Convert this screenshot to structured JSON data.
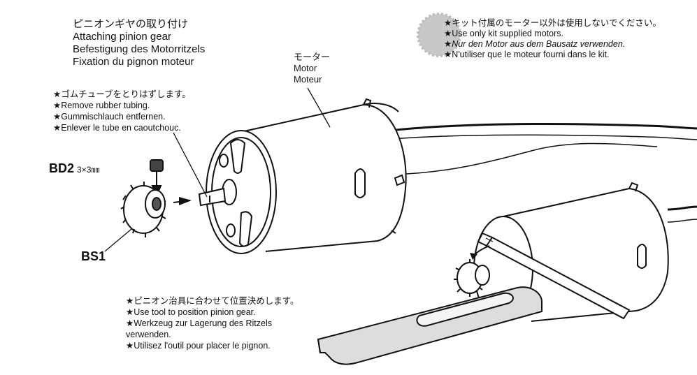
{
  "title": {
    "jp": "ピニオンギヤの取り付け",
    "en": "Attaching pinion gear",
    "de": "Befestigung des Motorritzels",
    "fr": "Fixation du pignon moteur"
  },
  "warning": {
    "jp": "★キット付属のモーター以外は使用しないでください。",
    "en": "★Use only kit supplied motors.",
    "de": "★Nur den Motor aus dem Bausatz verwenden.",
    "fr": "★N'utiliser que le moteur fourni dans le kit."
  },
  "motor_label": {
    "jp": "モーター",
    "en": "Motor",
    "fr": "Moteur"
  },
  "rubber_note": {
    "jp": "★ゴムチューブをとりはずします。",
    "en": "★Remove rubber tubing.",
    "de": "★Gummischlauch entfernen.",
    "fr": "★Enlever le tube en caoutchouc."
  },
  "tool_note": {
    "jp": "★ピニオン治具に合わせて位置決めします。",
    "en": "★Use tool to position pinion gear.",
    "de1": "★Werkzeug zur Lagerung des Ritzels",
    "de2": "verwenden.",
    "fr": "★Utilisez l'outil pour placer le pignon."
  },
  "parts": {
    "bd2_code": "BD2",
    "bd2_size": "3×3㎜",
    "bs1_code": "BS1"
  }
}
